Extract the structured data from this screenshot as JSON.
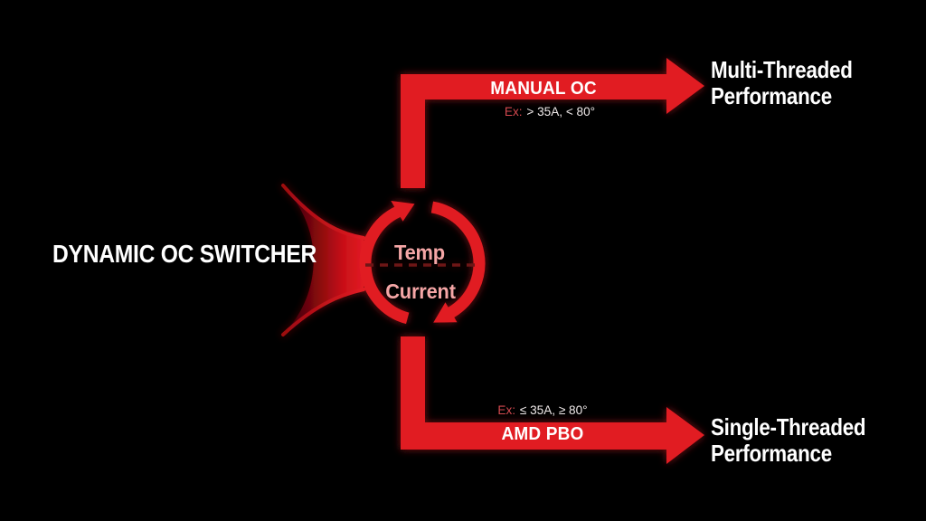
{
  "diagram": {
    "title": "DYNAMIC OC SWITCHER",
    "switcher": {
      "top_label": "Temp",
      "bottom_label": "Current"
    },
    "branches": {
      "top": {
        "mode": "MANUAL OC",
        "condition_prefix": "Ex:",
        "condition": "> 35A, < 80°",
        "outcome_line1": "Multi-Threaded",
        "outcome_line2": "Performance"
      },
      "bottom": {
        "mode": "AMD PBO",
        "condition_prefix": "Ex:",
        "condition": "≤ 35A, ≥ 80°",
        "outcome_line1": "Single-Threaded",
        "outcome_line2": "Performance"
      }
    },
    "icons": {
      "cycle": "clockwise-cycle-arrows-icon",
      "top_branch": "right-arrow",
      "bottom_branch": "right-arrow"
    },
    "colors": {
      "background": "#000000",
      "arrow_red": "#e11b23",
      "label_pink": "#f5a6a6",
      "text_white": "#ffffff",
      "condition_prefix_red": "#d4494f",
      "condition_value": "#efe9e9",
      "dashed_line_red": "#6e1316"
    }
  }
}
